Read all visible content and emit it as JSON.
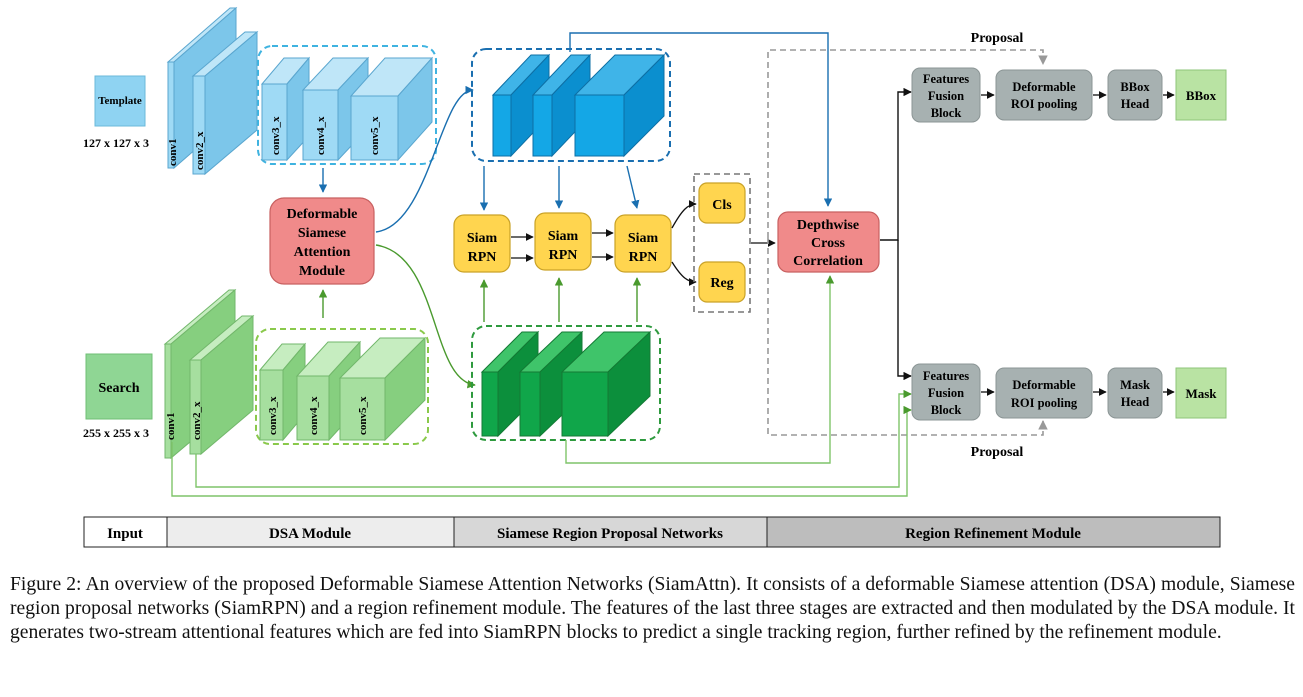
{
  "diagram": {
    "input": {
      "template_label": "Template",
      "template_size": "127 x 127 x 3",
      "search_label": "Search",
      "search_size": "255 x 255 x 3"
    },
    "backbone_layers": {
      "conv1": "conv1",
      "conv2": "conv2_x",
      "conv3": "conv3_x",
      "conv4": "conv4_x",
      "conv5": "conv5_x"
    },
    "dsa_block": {
      "lines": [
        "Deformable",
        "Siamese",
        "Attention",
        "Module"
      ]
    },
    "siamrpn_block": {
      "lines": [
        "Siam",
        "RPN"
      ]
    },
    "cls_label": "Cls",
    "reg_label": "Reg",
    "xcorr_block": {
      "lines": [
        "Depthwise",
        "Cross",
        "Correlation"
      ]
    },
    "refinement": {
      "fusion_lines": [
        "Features",
        "Fusion",
        "Block"
      ],
      "roi_lines": [
        "Deformable",
        "ROI pooling"
      ],
      "bbox_head_lines": [
        "BBox",
        "Head"
      ],
      "mask_head_lines": [
        "Mask",
        "Head"
      ],
      "bbox_output": "BBox",
      "mask_output": "Mask",
      "proposal_label": "Proposal"
    },
    "legend_bar": [
      "Input",
      "DSA Module",
      "Siamese Region Proposal Networks",
      "Region Refinement Module"
    ],
    "colors": {
      "template_blue": "#8fd3f2",
      "search_green": "#8fd694",
      "dsa_red": "#f08a8a",
      "siamrpn_yellow": "#ffd54f",
      "refine_gray": "#a7b1b1",
      "output_green": "#b9e3a3",
      "arrow_blue": "#1a6fb0",
      "arrow_green": "#4a9a2e"
    }
  },
  "caption": {
    "text": "Figure 2: An overview of the proposed Deformable Siamese Attention Networks (SiamAttn). It consists of a deformable Siamese attention (DSA) module, Siamese region proposal networks (SiamRPN) and a region refinement module. The features of the last three stages are extracted and then modulated by the DSA module. It generates two-stream attentional features which are fed into SiamRPN blocks to predict a single tracking region, further refined by the refinement module."
  }
}
